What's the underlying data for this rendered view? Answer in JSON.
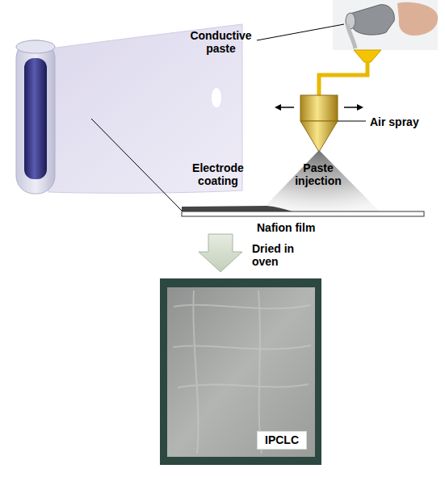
{
  "diagram": {
    "nodes": [
      {
        "text": [
          "IPCLC"
        ]
      }
    ],
    "labels": [
      "Conductive paste",
      "Air spray",
      "Electrode coating",
      "Paste injection",
      "Nafion film",
      "Dried in oven"
    ]
  }
}
